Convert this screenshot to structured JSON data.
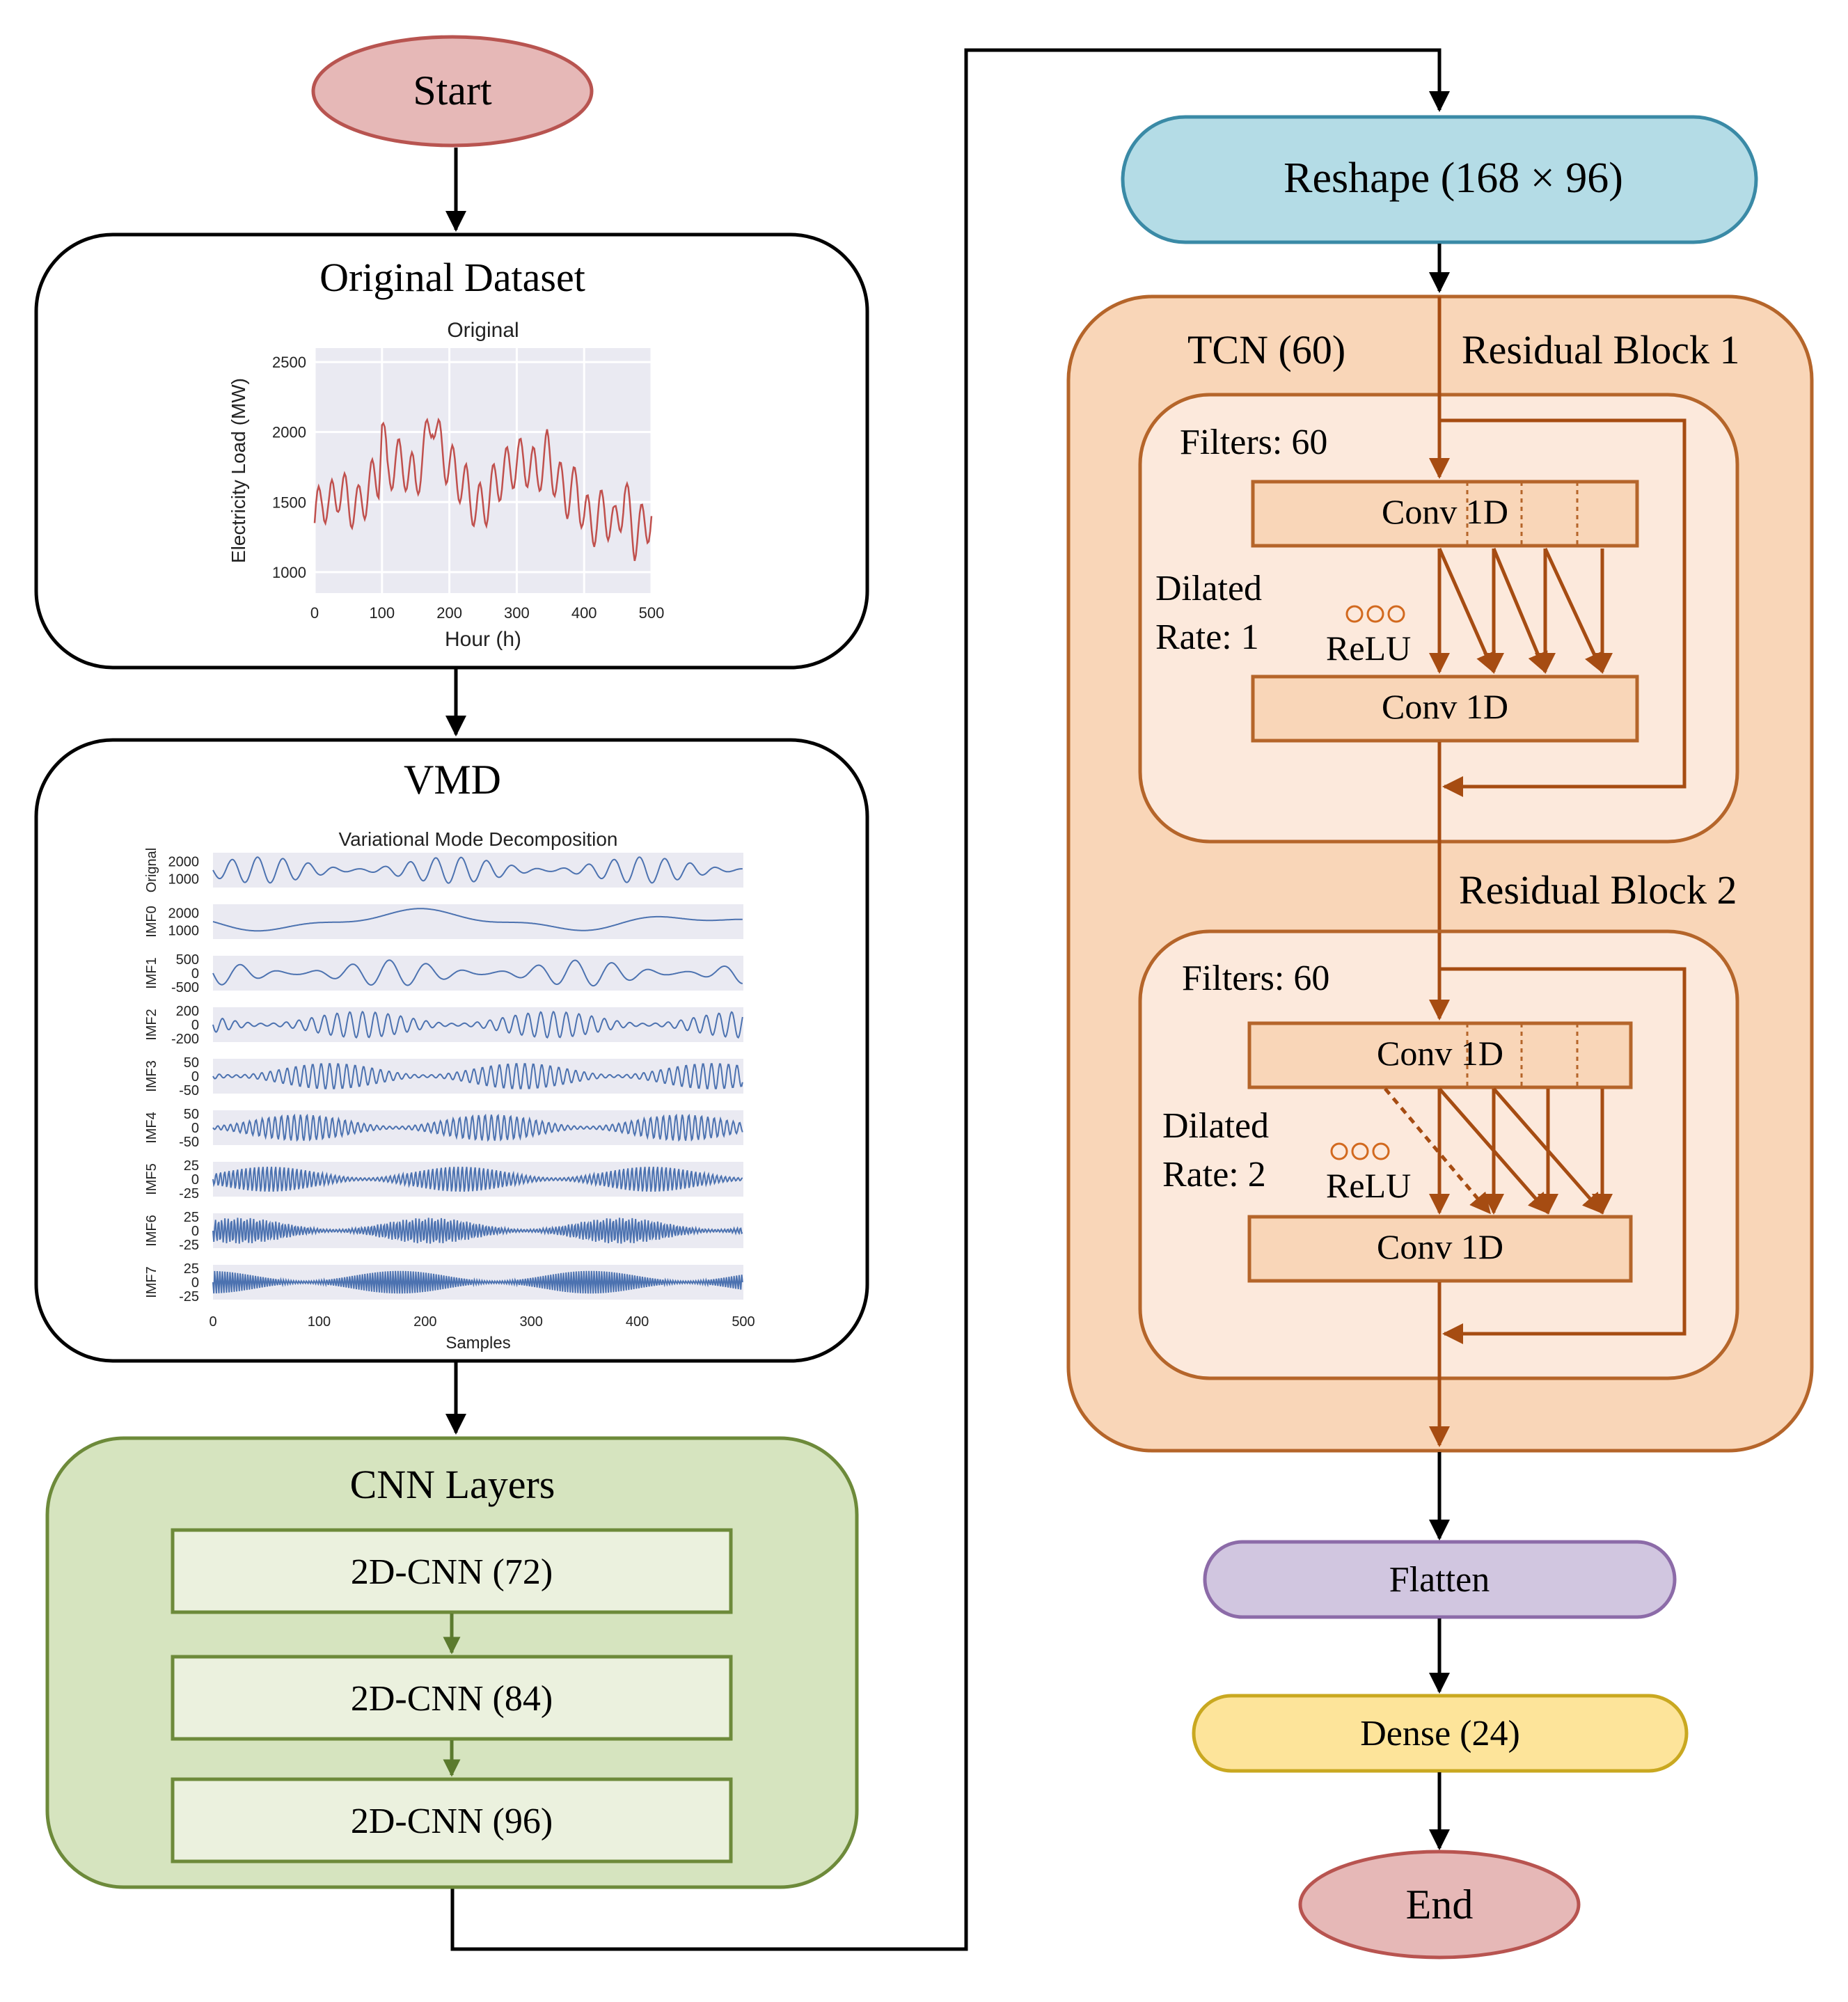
{
  "flow": {
    "start": "Start",
    "end": "End",
    "original_title": "Original Dataset",
    "vmd_title": "VMD",
    "cnn_title": "CNN Layers",
    "cnn_layers": [
      "2D-CNN (72)",
      "2D-CNN (84)",
      "2D-CNN (96)"
    ],
    "reshape": "Reshape (168 × 96)",
    "tcn_title": "TCN (60)",
    "flatten": "Flatten",
    "dense": "Dense (24)"
  },
  "tcn_blocks": [
    {
      "title": "Residual Block 1",
      "filters": "Filters: 60",
      "dilated": "Dilated",
      "rate": "Rate: 1",
      "activation": "ReLU",
      "conv_top": "Conv 1D",
      "conv_bottom": "Conv 1D"
    },
    {
      "title": "Residual Block 2",
      "filters": "Filters: 60",
      "dilated": "Dilated",
      "rate": "Rate: 2",
      "activation": "ReLU",
      "conv_top": "Conv 1D",
      "conv_bottom": "Conv 1D"
    }
  ],
  "colors": {
    "terminal_fill": "#e6b8b7",
    "terminal_stroke": "#b85450",
    "cnn_fill": "#d6e4bf",
    "cnn_inner": "#ebf1de",
    "cnn_stroke": "#6d8a3a",
    "reshape_fill": "#b4dce6",
    "reshape_stroke": "#3a8aa6",
    "tcn_fill": "#f9d6b8",
    "tcn_inner": "#fce9dc",
    "tcn_stroke": "#b5652a",
    "tcn_arrow": "#a64c12",
    "flatten_fill": "#d1c6e0",
    "flatten_stroke": "#8c6ba8",
    "dense_fill": "#fde49a",
    "dense_stroke": "#c9a820",
    "series_original": "#c0504d",
    "series_vmd": "#4c72b0",
    "plot_bg": "#eaeaf2"
  },
  "chart_data": [
    {
      "type": "line",
      "title": "Original",
      "xlabel": "Hour (h)",
      "ylabel": "Electricity Load (MW)",
      "xlim": [
        0,
        500
      ],
      "ylim": [
        850,
        2600
      ],
      "xticks": [
        0,
        100,
        200,
        300,
        400,
        500
      ],
      "yticks": [
        1000,
        1500,
        2000,
        2500
      ],
      "grid": true,
      "series": [
        {
          "x": [
            0,
            12,
            22,
            35,
            50,
            65,
            80,
            95,
            100,
            108,
            120,
            135,
            150,
            165,
            175,
            182,
            195,
            210,
            225,
            240,
            255,
            270,
            290,
            310,
            330,
            345,
            360,
            375,
            390,
            400,
            415,
            430,
            445,
            460,
            475,
            490,
            500
          ],
          "y": [
            1350,
            1550,
            1450,
            1600,
            1500,
            1450,
            1600,
            1700,
            2050,
            1700,
            1800,
            1750,
            1650,
            1900,
            2150,
            1950,
            1800,
            1700,
            1600,
            1450,
            1500,
            1650,
            1750,
            1800,
            1700,
            1850,
            1650,
            1550,
            1600,
            1400,
            1350,
            1450,
            1300,
            1550,
            1250,
            1350,
            1400
          ]
        }
      ]
    },
    {
      "type": "line",
      "title": "Variational Mode Decomposition",
      "xlabel": "Samples",
      "xlim": [
        0,
        500
      ],
      "xticks": [
        0,
        100,
        200,
        300,
        400,
        500
      ],
      "grid": true,
      "series": [
        {
          "name": "Orignal",
          "amplitude": 450,
          "period": 24,
          "yticks": [
            1000,
            2000
          ]
        },
        {
          "name": "IMF0",
          "amplitude": 300,
          "period": 260,
          "yticks": [
            1000,
            2000
          ]
        },
        {
          "name": "IMF1",
          "amplitude": 300,
          "period": 35,
          "yticks": [
            -500,
            0,
            500
          ]
        },
        {
          "name": "IMF2",
          "amplitude": 180,
          "period": 12,
          "yticks": [
            -200,
            0,
            200
          ]
        },
        {
          "name": "IMF3",
          "amplitude": 40,
          "period": 8,
          "yticks": [
            -50,
            0,
            50
          ]
        },
        {
          "name": "IMF4",
          "amplitude": 45,
          "period": 6,
          "yticks": [
            -50,
            0,
            50
          ]
        },
        {
          "name": "IMF5",
          "amplitude": 25,
          "period": 4,
          "yticks": [
            -25,
            0,
            25
          ]
        },
        {
          "name": "IMF6",
          "amplitude": 20,
          "period": 3,
          "yticks": [
            -25,
            0,
            25
          ]
        },
        {
          "name": "IMF7",
          "amplitude": 20,
          "period": 2.4,
          "yticks": [
            -25,
            0,
            25
          ]
        }
      ]
    }
  ]
}
